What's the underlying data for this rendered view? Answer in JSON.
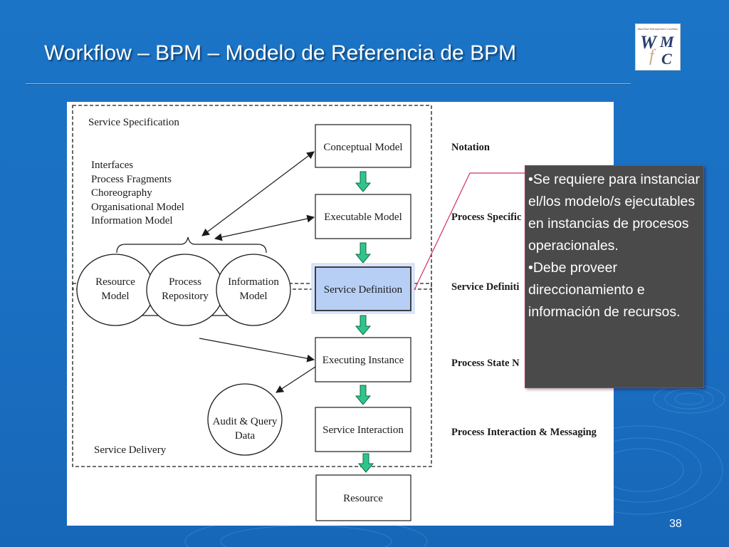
{
  "slide": {
    "title": "Workflow – BPM – Modelo de Referencia de BPM",
    "page_number": "38",
    "background_color": "#1a6fc2",
    "accent_line_color": "#c0306a"
  },
  "logo": {
    "text_line1": "WfMC",
    "tagline": "Workflow Management Coalition"
  },
  "diagram": {
    "service_specification_label": "Service Specification",
    "service_delivery_label": "Service Delivery",
    "interfaces_list": [
      "Interfaces",
      "Process  Fragments",
      "Choreography",
      "Organisational Model",
      "Information Model"
    ],
    "circles": {
      "resource_model": [
        "Resource",
        "Model"
      ],
      "process_repository": [
        "Process",
        "Repository"
      ],
      "information_model": [
        "Information",
        "Model"
      ],
      "audit_query": [
        "Audit & Query",
        "Data"
      ]
    },
    "boxes": {
      "conceptual_model": "Conceptual Model",
      "executable_model": "Executable Model",
      "service_definition": "Service Definition",
      "executing_instance": "Executing Instance",
      "service_interaction": "Service Interaction",
      "resource": "Resource"
    },
    "side_labels": {
      "notation": "Notation",
      "process_specification": "Process Specific",
      "service_definition": "Service Definiti",
      "process_state": "Process State N",
      "process_interaction": "Process Interaction & Messaging"
    },
    "highlight_color": "#b8cff5",
    "arrow_color": "#2fc58a"
  },
  "callout": {
    "bullets": [
      "•Se requiere para instanciar el/los modelo/s ejecutables en instancias de procesos operacionales.",
      "•Debe proveer direccionamiento e información  de recursos."
    ],
    "background_color": "#4a4a4a"
  }
}
